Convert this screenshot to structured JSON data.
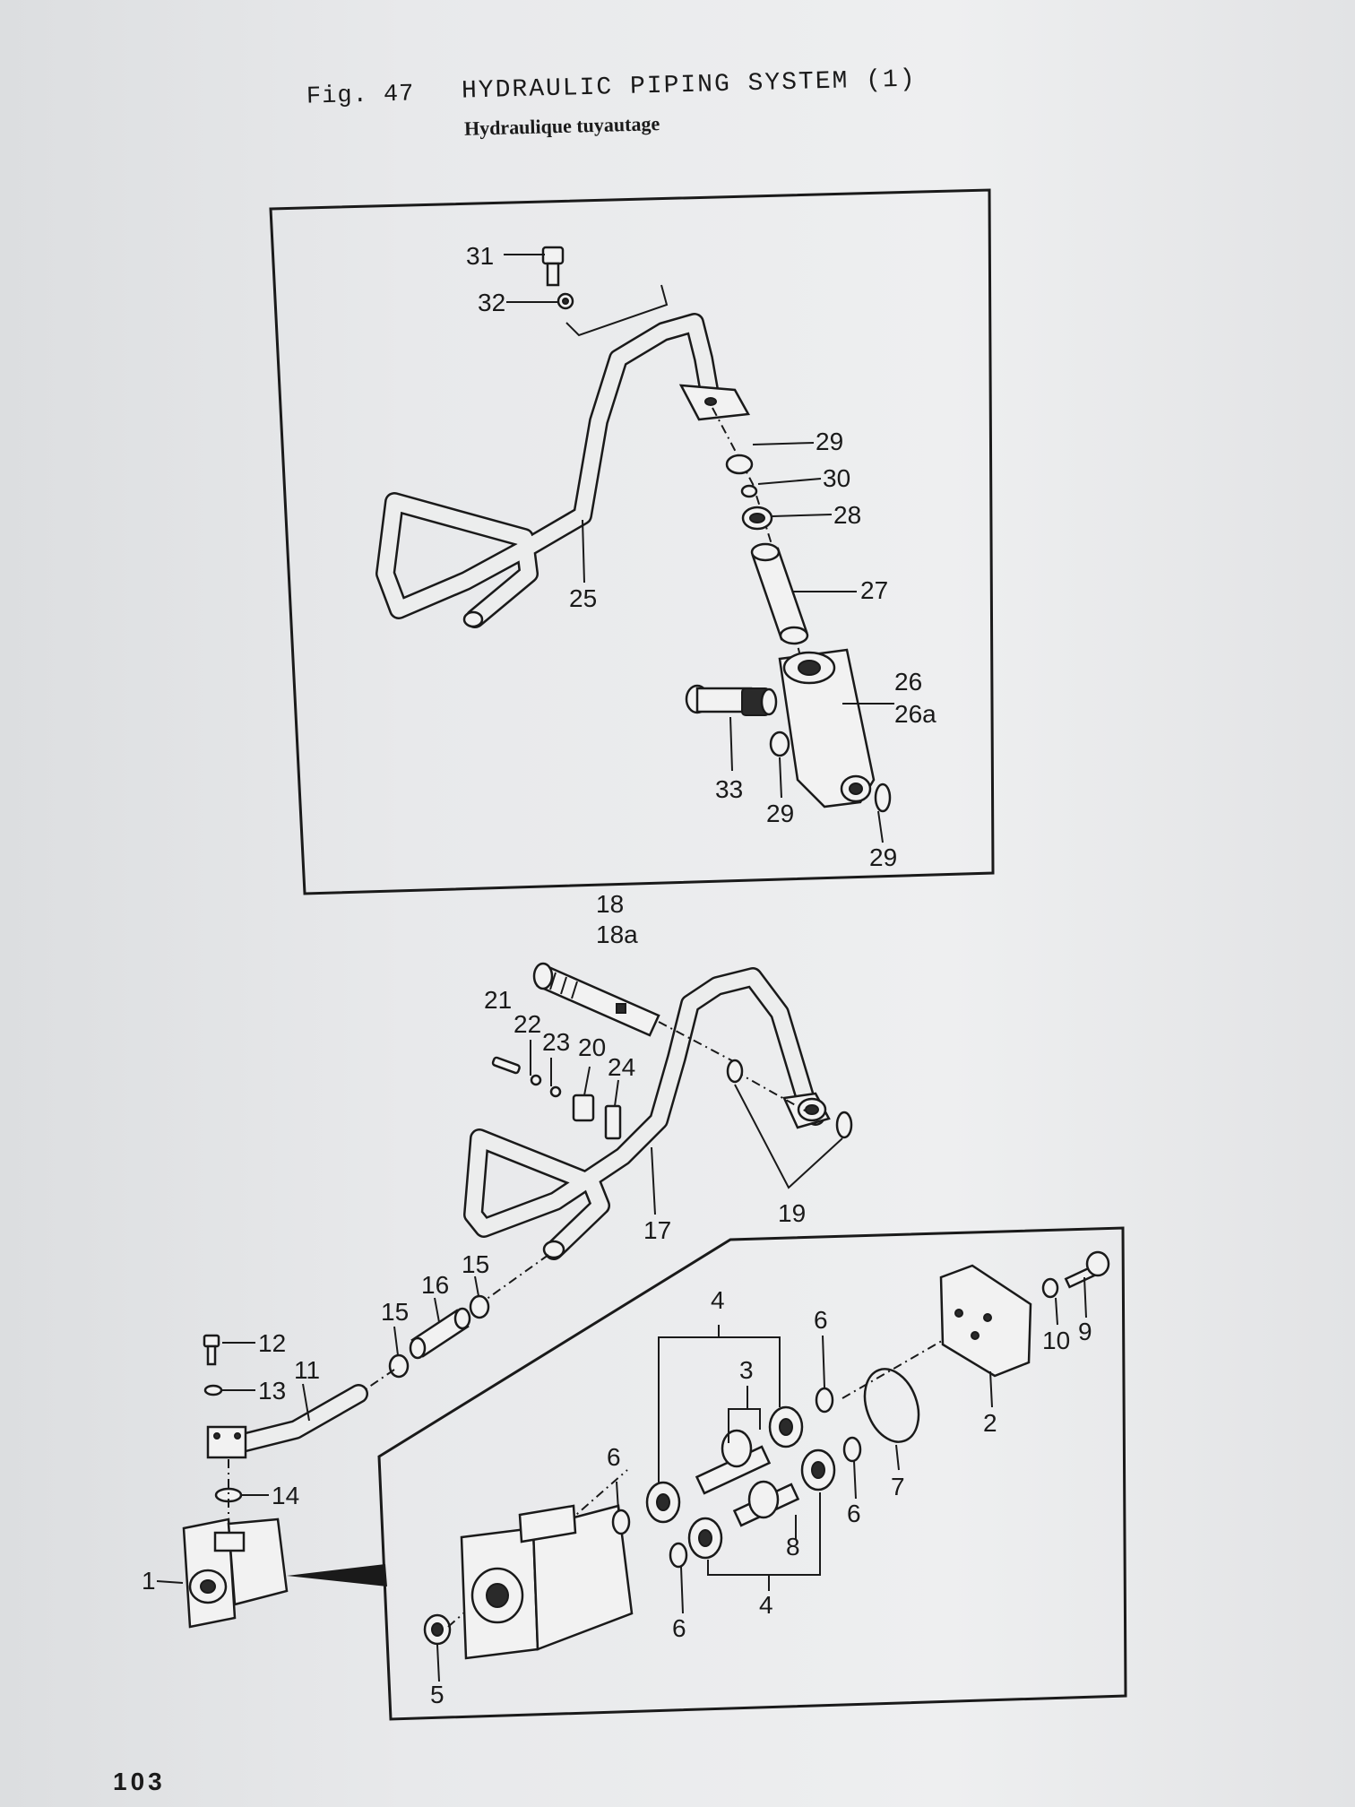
{
  "header": {
    "figure_number": "Fig. 47",
    "title": "HYDRAULIC PIPING SYSTEM (1)",
    "subtitle": "Hydraulique tuyautage"
  },
  "page_number": "103",
  "callouts": {
    "n1": "1",
    "n2": "2",
    "n3": "3",
    "n4a": "4",
    "n4b": "4",
    "n5": "5",
    "n6a": "6",
    "n6b": "6",
    "n6c": "6",
    "n6d": "6",
    "n7": "7",
    "n8": "8",
    "n9": "9",
    "n10": "10",
    "n11": "11",
    "n12": "12",
    "n13": "13",
    "n14": "14",
    "n15a": "15",
    "n15b": "15",
    "n16": "16",
    "n17": "17",
    "n18": "18",
    "n18a": "18a",
    "n19": "19",
    "n20": "20",
    "n21": "21",
    "n22": "22",
    "n23": "23",
    "n24": "24",
    "n25": "25",
    "n26": "26",
    "n26a": "26a",
    "n27": "27",
    "n28": "28",
    "n29a": "29",
    "n29b": "29",
    "n29c": "29",
    "n30": "30",
    "n31": "31",
    "n32": "32",
    "n33": "33"
  }
}
